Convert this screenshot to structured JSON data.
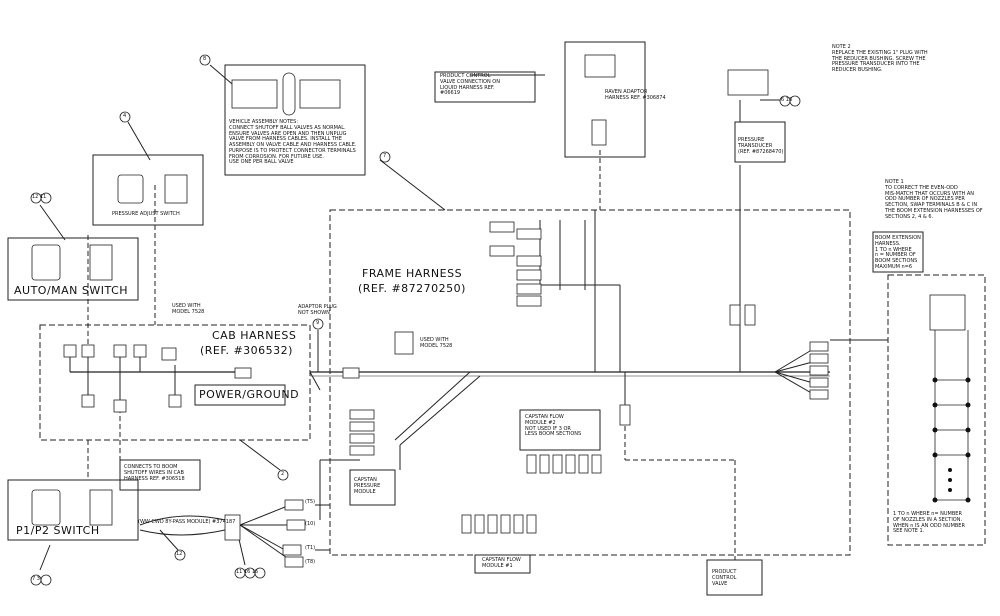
{
  "notes": {
    "note2": "NOTE 2\nREPLACE THE EXISTING 1\" PLUG WITH\nTHE REDUCER BUSHING. SCREW THE\nPRESSURE TRANSDUCER INTO THE\nREDUCER BUSHING.",
    "note1": "NOTE 1\nTO CORRECT THE EVEN-ODD\nMIS-MATCH THAT OCCURS WITH AN\nODD NUMBER OF NOZZLES PER\nSECTION, SWAP TERMINALS B & C IN\nTHE BOOM EXTENSION HARNESSES OF\nSECTIONS 2, 4 & 6.",
    "vehicle": "VEHICLE ASSEMBLY NOTES:\nCONNECT SHUTOFF BALL VALVES AS NORMAL.\nENSURE VALVES ARE OPEN AND THEN UNPLUG\nVALVE FROM HARNESS CABLES. INSTALL THE\nASSEMBLY ON VALVE CABLE AND HARNESS CABLE.\nPURPOSE IS TO PROTECT CONNECTOR TERMINALS\nFROM CORROSION. FOR FUTURE USE.\nUSE ONE PER BALL VALVE",
    "boom_ext": "BOOM EXTENSION\nHARNESS.\n1 TO n WHERE\nn = NUMBER OF\nBOOM SECTIONS\nMAXIMUM n=6",
    "nozzles": "1 TO n WHERE n= NUMBER\nOF NOZZLES IN A SECTION.\nWHEN n IS AN ODD NUMBER\nSEE NOTE 1."
  },
  "labels": {
    "product_control_valve_conn": "PRODUCT CONTROL\nVALVE CONNECTION ON\nLIQUID HARNESS REF.\n#06619",
    "raven_adaptor": "RAVEN ADAPTOR\nHARNESS REF. #306874",
    "pressure_transducer": "PRESSURE\nTRANSDUCER\n(REF. #87268470)",
    "pressure_adjust_switch": "PRESSURE ADJUST SWITCH",
    "auto_man_switch": "AUTO/MAN SWITCH",
    "used_with_7528_a": "USED WITH\nMODEL 7528",
    "used_with_7528_b": "USED WITH\nMODEL 7528",
    "adaptor_plug": "ADAPTOR PLUG\nNOT SHOWN",
    "cab_harness": "CAB HARNESS",
    "cab_ref": "(REF. #306532)",
    "power_ground": "POWER/GROUND",
    "frame_harness": "FRAME HARNESS",
    "frame_ref": "(REF. #87270250)",
    "capstan_flow_2": "CAPSTAN FLOW\nMODULE #2\nNOT USED IF 3 OR\nLESS BOOM SECTIONS",
    "capstan_pressure": "CAPSTAN\nPRESSURE\nMODULE",
    "connects_boom": "CONNECTS TO BOOM\nSHUTOFF WIRES IN CAB\nHARNESS REF. #306518",
    "p1p2_switch": "P1/P2 SWITCH",
    "two_way_module": "(WW CWD 8Y-PASS MODULE) #374187",
    "capstan_flow_1": "CAPSTAN FLOW\nMODULE #1",
    "product_control_valve": "PRODUCT\nCONTROL\nVALVE"
  },
  "callouts": {
    "c8": "8",
    "c4": "4",
    "c12_11": "12 11",
    "c7": "7",
    "c6_13": "6 13",
    "c9": "9",
    "c2": "2",
    "c7_3": "7 3",
    "c12": "12",
    "c14": "11 16 15"
  },
  "wire_tags": {
    "w1": "(T5)",
    "w2": "(10)",
    "w3": "(T1)",
    "w4": "(T8)"
  }
}
